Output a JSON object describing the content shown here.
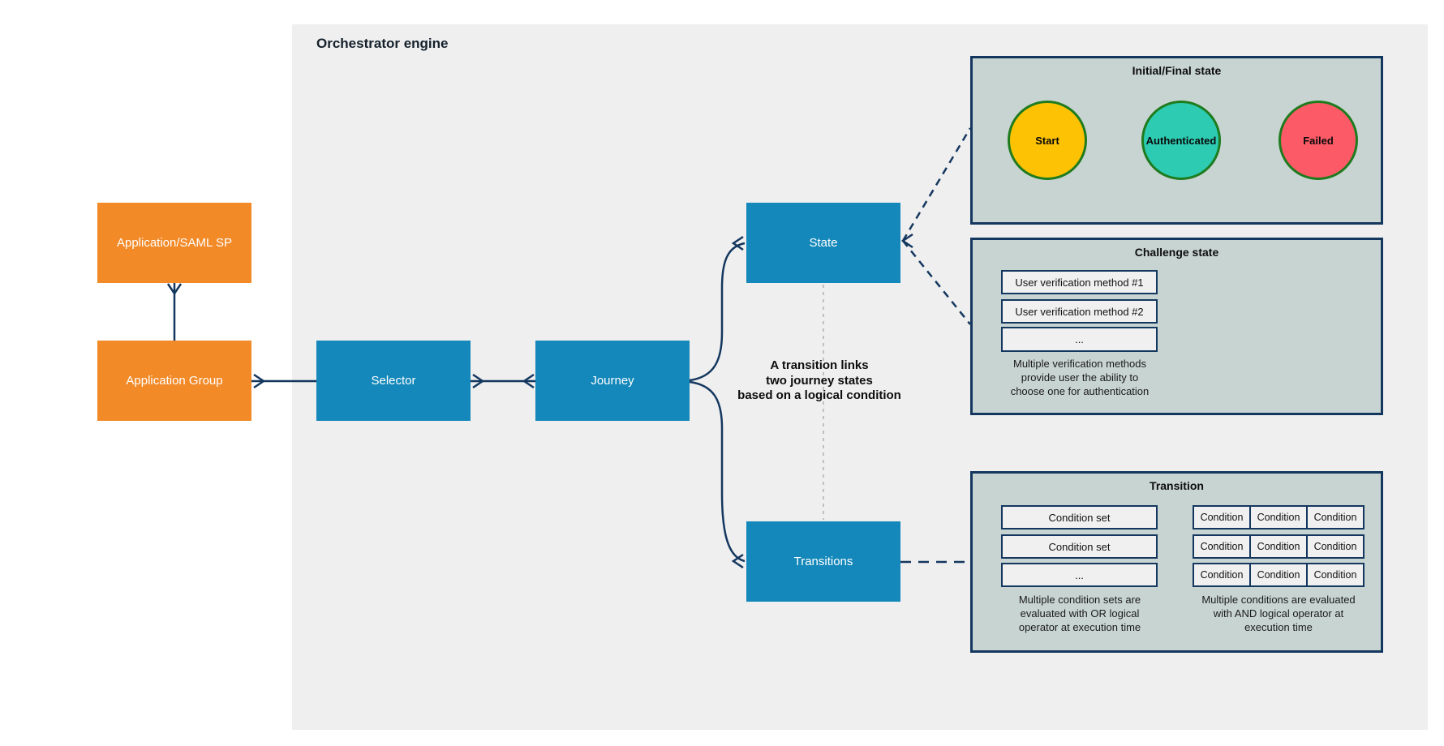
{
  "colors": {
    "engine_background": "#efefef",
    "node_blue": "#1488ba",
    "node_orange": "#f28a28",
    "navy_border_line": "#14375f",
    "panel_fill": "#c8d4d2",
    "mini_box_fill": "#f0f0f0",
    "dashed_gray_line": "#b5b5b5",
    "circle_border_green": "#1e7b1e"
  },
  "header": {
    "title": "Orchestrator engine"
  },
  "apps": {
    "app_saml_label": "Application/SAML SP",
    "app_group_label": "Application Group"
  },
  "engine": {
    "selector_label": "Selector",
    "journey_label": "Journey",
    "state_label": "State",
    "transitions_label": "Transitions",
    "transition_note_lines": {
      "0": "A transition links",
      "1": "two journey states",
      "2": "based on a logical condition"
    }
  },
  "panels": {
    "initial_final": {
      "title": "Initial/Final state",
      "states": [
        {
          "label": "Start",
          "color": "#fcc203"
        },
        {
          "label": "Authenticated",
          "color": "#2dcbb1"
        },
        {
          "label": "Failed",
          "color": "#fb5a66"
        }
      ]
    },
    "challenge": {
      "title": "Challenge state",
      "methods": [
        "User verification method #1",
        "User verification method #2",
        "..."
      ],
      "note_lines": {
        "0": "Multiple verification methods",
        "1": "provide user the ability to",
        "2": "choose one for authentication"
      }
    },
    "transition": {
      "title": "Transition",
      "condition_sets": [
        "Condition set",
        "Condition set",
        "..."
      ],
      "conditions": [
        [
          "Condition",
          "Condition",
          "Condition"
        ],
        [
          "Condition",
          "Condition",
          "Condition"
        ],
        [
          "Condition",
          "Condition",
          "Condition"
        ]
      ],
      "or_note_lines": {
        "0": "Multiple condition sets are",
        "1": "evaluated with OR logical",
        "2": "operator at execution time"
      },
      "and_note_lines": {
        "0": "Multiple conditions are evaluated",
        "1": "with AND logical operator at",
        "2": "execution time"
      }
    }
  }
}
